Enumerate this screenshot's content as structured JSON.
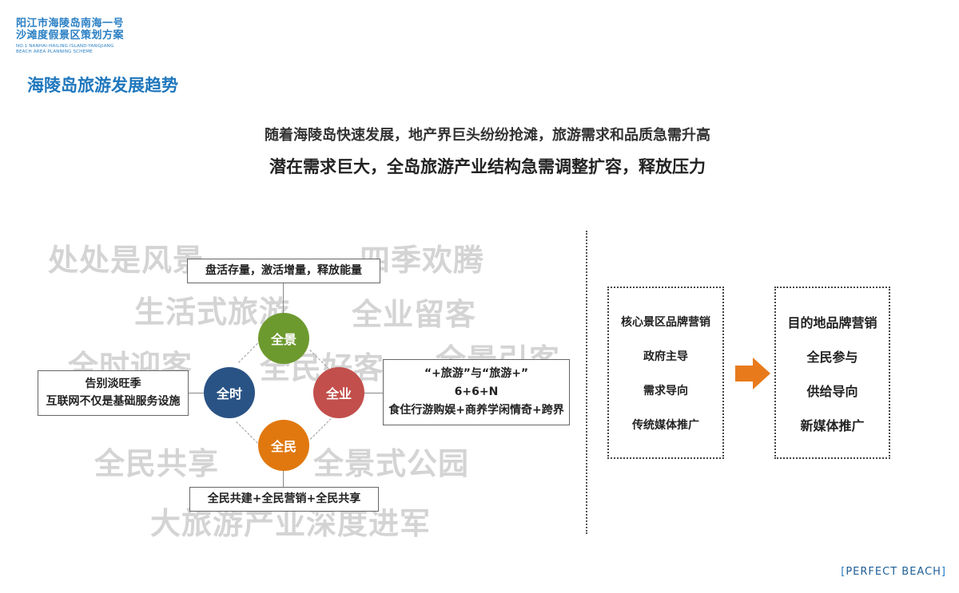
{
  "logo": {
    "line1": "阳江市海陵岛南海一号",
    "line2": "沙滩度假景区策划方案",
    "line3": "NO.1 NANHAI-HAILING ISLAND-YANGJIANG",
    "line4": "BEACH AREA PLANNING SCHEME"
  },
  "section_title": "海陵岛旅游发展趋势",
  "headline": {
    "line1": "随着海陵岛快速发展，地产界巨头纷纷抢滩，旅游需求和品质急需升高",
    "line2": "潜在需求巨大，全岛旅游产业结构急需调整扩容，释放压力"
  },
  "watermarks": [
    "处处是风景",
    "四季欢腾",
    "生活式旅游",
    "全业留客",
    "全时迎客",
    "全民好客",
    "全景引客",
    "全民共享",
    "全景式公园",
    "大旅游产业深度进军"
  ],
  "diagram": {
    "top_box": "盘活存量，激活增量，释放能量",
    "left_box": [
      "告别淡旺季",
      "互联网不仅是基础服务设施"
    ],
    "right_box": [
      "“+旅游”与“旅游+”",
      "6+6+N",
      "食住行游购娱+商养学闲情奇+跨界"
    ],
    "bottom_box": "全民共建+全民营销+全民共享",
    "circles": {
      "top": "全景",
      "left": "全时",
      "right": "全业",
      "bottom": "全民"
    }
  },
  "colors": {
    "top": "#6d9a2f",
    "left": "#2a5385",
    "right": "#c24f4c",
    "bottom": "#e0780f",
    "arrow": "#e87a1c",
    "title": "#1f77bd"
  },
  "comparison": {
    "before": [
      "核心景区品牌营销",
      "政府主导",
      "需求导向",
      "传统媒体推广"
    ],
    "after": [
      "目的地品牌营销",
      "全民参与",
      "供给导向",
      "新媒体推广"
    ],
    "arrow_icon": "right-arrow-icon"
  },
  "footer": {
    "logo_text": "PERFECT BEACH"
  }
}
